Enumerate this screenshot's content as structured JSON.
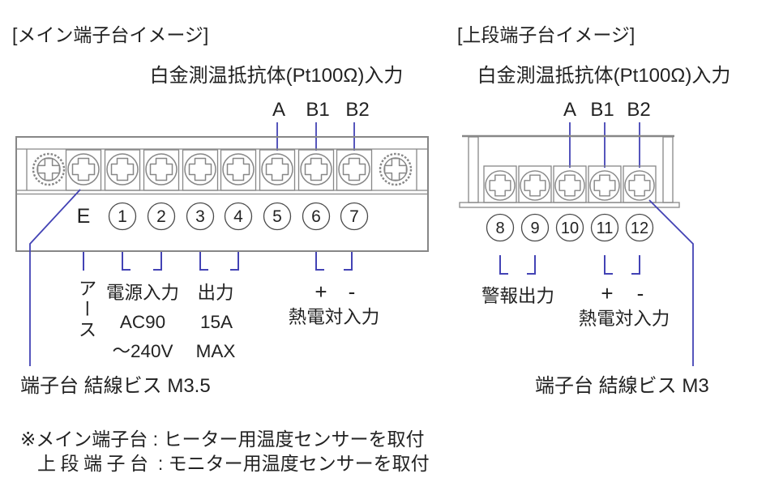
{
  "colors": {
    "accent_blue": "#4343b5",
    "line_gray": "#878787",
    "text": "#222222"
  },
  "main_section": {
    "title": "[メイン端子台イメージ]",
    "rtd_label": "白金測温抵抗体(Pt100Ω)入力",
    "rtd_terminals": [
      "A",
      "B1",
      "B2"
    ],
    "earth_terminal": "E",
    "terminals": [
      "1",
      "2",
      "3",
      "4",
      "5",
      "6",
      "7"
    ],
    "earth_caption": "アース",
    "power_caption": [
      "電源入力",
      "AC90",
      "～240V"
    ],
    "output_caption": [
      "出力",
      "15A",
      "MAX"
    ],
    "tc_plus": "+",
    "tc_minus": "-",
    "tc_caption": "熱電対入力",
    "screw_note": "端子台 結線ビス M3.5"
  },
  "upper_section": {
    "title": "[上段端子台イメージ]",
    "rtd_label": "白金測温抵抗体(Pt100Ω)入力",
    "rtd_terminals": [
      "A",
      "B1",
      "B2"
    ],
    "terminals": [
      "8",
      "9",
      "10",
      "11",
      "12"
    ],
    "alarm_caption": "警報出力",
    "tc_plus": "+",
    "tc_minus": "-",
    "tc_caption": "熱電対入力",
    "screw_note": "端子台 結線ビス M3"
  },
  "footnote": {
    "line1": "※メイン端子台 : ヒーター用温度センサーを取付",
    "line2_head": "上段端子台",
    "line2_tail": " : モニター用温度センサーを取付"
  }
}
